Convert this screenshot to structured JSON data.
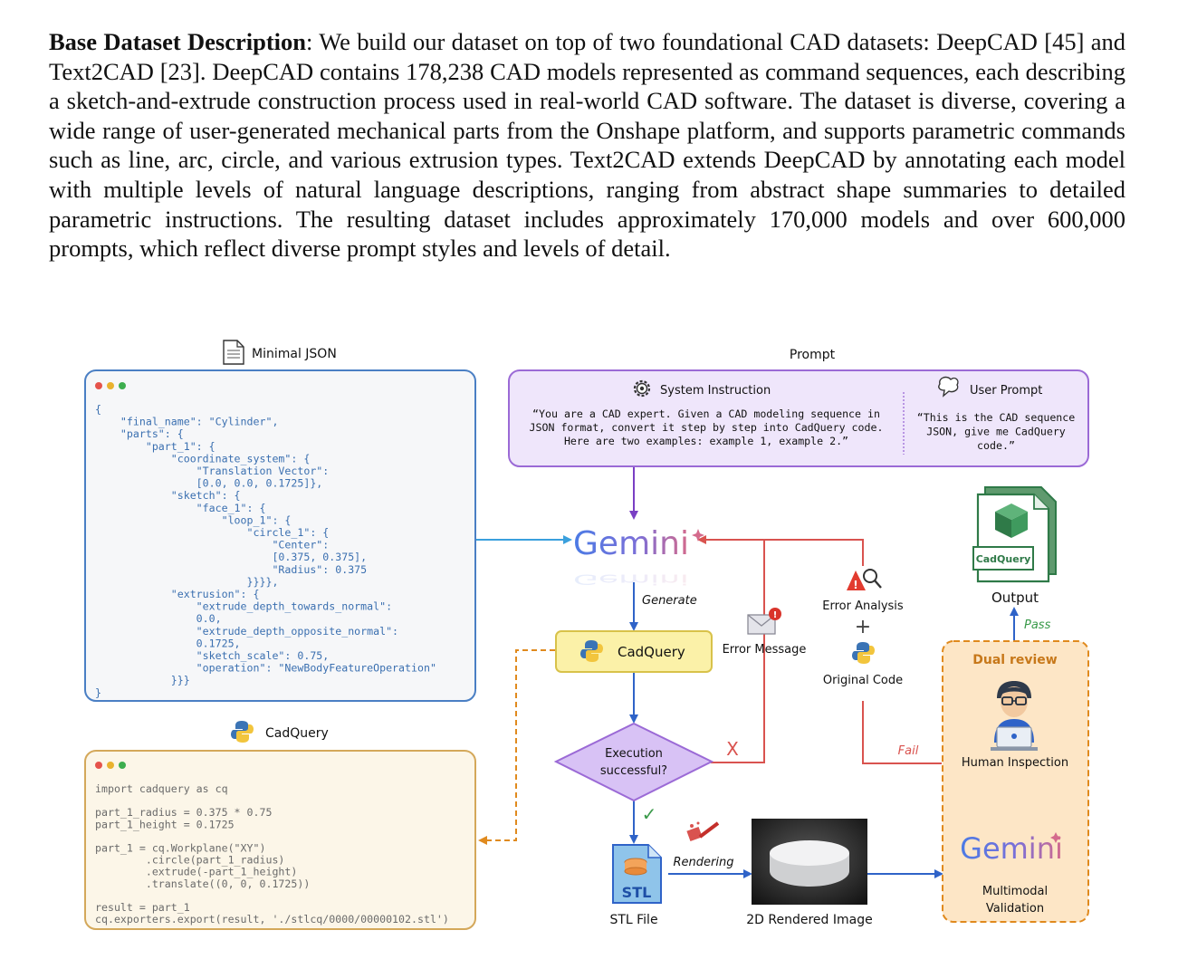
{
  "paragraph": {
    "heading": "Base Dataset Description",
    "body": ": We build our dataset on top of two foundational CAD datasets: DeepCAD [45] and Text2CAD [23]. DeepCAD contains 178,238 CAD models represented as command sequences, each describing a sketch-and-extrude construction process used in real-world CAD software. The dataset is diverse, covering a wide range of user-generated mechanical parts from the Onshape platform, and supports parametric commands such as line, arc, circle, and various extrusion types. Text2CAD extends DeepCAD by annotating each model with multiple levels of natural language descriptions, ranging from abstract shape summaries to detailed parametric instructions. The resulting dataset includes approximately 170,000 models and over 600,000 prompts, which reflect diverse prompt styles and levels of detail."
  },
  "figure": {
    "json_panel": {
      "title": "Minimal JSON",
      "lines": [
        "{",
        "    \"final_name\": \"Cylinder\",",
        "    \"parts\": {",
        "        \"part_1\": {",
        "            \"coordinate_system\": {",
        "                \"Translation Vector\":",
        "                [0.0, 0.0, 0.1725]},",
        "            \"sketch\": {",
        "                \"face_1\": {",
        "                    \"loop_1\": {",
        "                        \"circle_1\": {",
        "                            \"Center\":",
        "                            [0.375, 0.375],",
        "                            \"Radius\": 0.375",
        "                        }}}},",
        "            \"extrusion\": {",
        "                \"extrude_depth_towards_normal\":",
        "                0.0,",
        "                \"extrude_depth_opposite_normal\":",
        "                0.1725,",
        "                \"sketch_scale\": 0.75,",
        "                \"operation\": \"NewBodyFeatureOperation\"",
        "            }}}",
        "}"
      ]
    },
    "code_panel": {
      "title": "CadQuery",
      "lines": [
        "import cadquery as cq",
        "",
        "part_1_radius = 0.375 * 0.75",
        "part_1_height = 0.1725",
        "",
        "part_1 = cq.Workplane(\"XY\")",
        "        .circle(part_1_radius)",
        "        .extrude(-part_1_height)",
        "        .translate((0, 0, 0.1725))",
        "",
        "result = part_1",
        "cq.exporters.export(result, './stlcq/0000/00000102.stl')"
      ]
    },
    "prompt_box": {
      "title": "Prompt",
      "system_title": "System Instruction",
      "system_lines": [
        "“You are a CAD expert. Given a CAD modeling sequence in",
        "JSON format, convert it step by step into CadQuery code.",
        "Here are two examples: example 1, example 2.”"
      ],
      "user_title": "User Prompt",
      "user_lines": [
        "“This is the CAD sequence",
        "JSON, give me CadQuery",
        "code.”"
      ]
    },
    "gemini_label": "Gemini",
    "generate_label": "Generate",
    "cadquery_label": "CadQuery",
    "error_message_label": "Error Message",
    "error_analysis_label": "Error Analysis",
    "plus_label": "+",
    "original_code_label": "Original Code",
    "decision_lines": [
      "Execution",
      "successful?"
    ],
    "fail_x_label": "X",
    "pass_check_label": "✓",
    "rendering_label": "Rendering",
    "stl_icon_text": "STL",
    "stl_file_label": "STL File",
    "rendered_image_label": "2D Rendered Image",
    "dual_review_title": "Dual review",
    "human_inspection_label": "Human Inspection",
    "multimodal_lines": [
      "Multimodal",
      "Validation"
    ],
    "output_label": "Output",
    "output_doc_text": "CadQuery",
    "pass_label": "Pass",
    "fail_label": "Fail",
    "colors": {
      "json_border": "#4a7fc4",
      "code_border": "#d4a85a",
      "prompt_border": "#9b6ad6",
      "arrow_blue": "#2f63c8",
      "arrow_red": "#d9534f",
      "arrow_orange": "#e08a1e",
      "arrow_purple": "#7a3fc4",
      "arrow_light_blue": "#3aa0dd",
      "diamond_fill": "#d8c2f5",
      "output_green": "#2f7a48"
    }
  }
}
